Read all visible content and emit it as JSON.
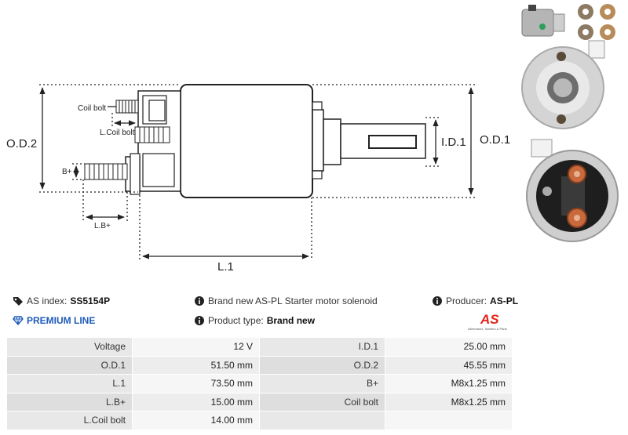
{
  "diagram": {
    "labels": {
      "od2": "O.D.2",
      "od1": "O.D.1",
      "id1": "I.D.1",
      "l1": "L.1",
      "coil_bolt": "Coil bolt",
      "l_coil_bolt": "L.Coil bolt",
      "b_plus": "B+",
      "l_b_plus": "L.B+"
    }
  },
  "info": {
    "as_index_label": "AS index:",
    "as_index_value": "SS5154P",
    "premium_line": "PREMIUM LINE",
    "description": "Brand new AS-PL Starter motor solenoid",
    "product_type_label": "Product type:",
    "product_type_value": "Brand new",
    "producer_label": "Producer:",
    "producer_value": "AS-PL"
  },
  "logo": {
    "mark": "AS",
    "tagline": "Alternators, Starters & Parts",
    "color": "#e2231a"
  },
  "specs": [
    {
      "k1": "Voltage",
      "v1": "12 V",
      "k2": "I.D.1",
      "v2": "25.00 mm"
    },
    {
      "k1": "O.D.1",
      "v1": "51.50 mm",
      "k2": "O.D.2",
      "v2": "45.55 mm"
    },
    {
      "k1": "L.1",
      "v1": "73.50 mm",
      "k2": "B+",
      "v2": "M8x1.25 mm"
    },
    {
      "k1": "L.B+",
      "v1": "15.00 mm",
      "k2": "Coil bolt",
      "v2": "M8x1.25 mm"
    },
    {
      "k1": "L.Coil bolt",
      "v1": "14.00 mm",
      "k2": "",
      "v2": ""
    }
  ],
  "colors": {
    "accent_blue": "#1e5bb8",
    "brand_red": "#e2231a"
  }
}
